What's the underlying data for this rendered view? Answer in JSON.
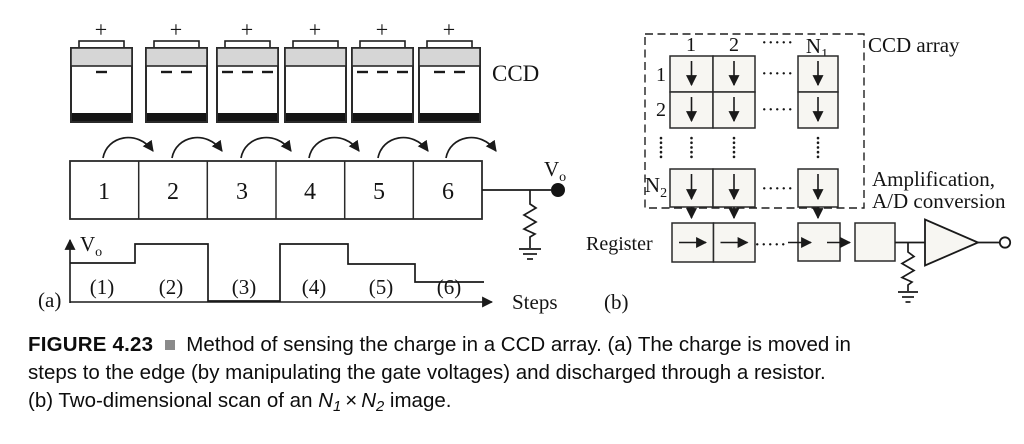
{
  "figure": {
    "panel_a": {
      "panel_label": "(a)",
      "ccd_label": "CCD",
      "plus_sign": "+",
      "charge_dash_counts": [
        1,
        2,
        3,
        0,
        3,
        2
      ],
      "shift_cells": [
        "1",
        "2",
        "3",
        "4",
        "5",
        "6"
      ],
      "output_label": {
        "base": "V",
        "sub": "o"
      },
      "waveform": {
        "y_label": {
          "base": "V",
          "sub": "o"
        },
        "x_label": "Steps",
        "step_labels": [
          "(1)",
          "(2)",
          "(3)",
          "(4)",
          "(5)",
          "(6)"
        ],
        "levels_relative": [
          2,
          3,
          0,
          3,
          2,
          1
        ]
      }
    },
    "panel_b": {
      "panel_label": "(b)",
      "array_label": "CCD array",
      "register_label": "Register",
      "amplification_label": [
        "Amplification,",
        "A/D conversion"
      ],
      "column_headers": {
        "first": "1",
        "second": "2",
        "last": {
          "base": "N",
          "sub": "1"
        }
      },
      "row_headers": {
        "first": "1",
        "second": "2",
        "last": {
          "base": "N",
          "sub": "2"
        }
      },
      "ellipsis_dots": "·····"
    },
    "caption": {
      "tag": "FIGURE 4.23",
      "bullet_color": "#8a8a8a",
      "line1": "Method of sensing the charge in a CCD array. (a) The charge is moved in",
      "line2": "steps to the edge (by manipulating the gate voltages) and discharged through a resistor.",
      "line3": {
        "prefix": "(b) Two-dimensional scan of an ",
        "n1": {
          "base": "N",
          "sub": "1"
        },
        "times": "×",
        "n2": {
          "base": "N",
          "sub": "2"
        },
        "suffix": " image."
      }
    }
  }
}
